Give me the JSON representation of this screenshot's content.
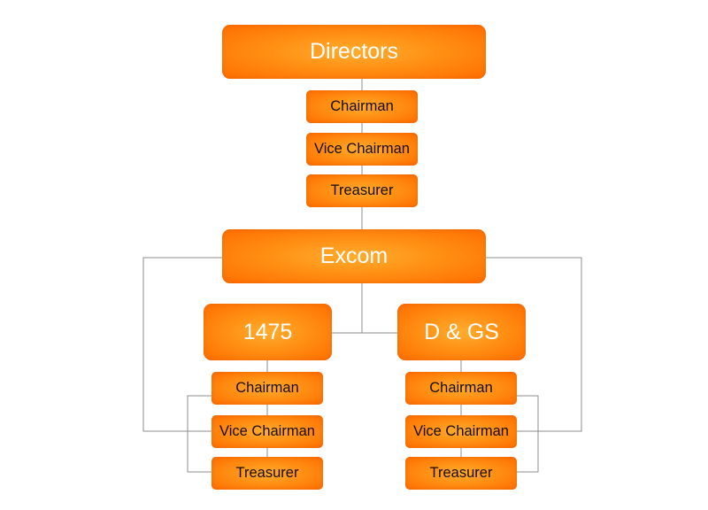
{
  "board": {
    "title": "Directors",
    "officers": [
      "Chairman",
      "Vice Chairman",
      "Treasurer"
    ]
  },
  "committee": {
    "title": "Excom"
  },
  "groups": [
    {
      "title": "1475",
      "officers": [
        "Chairman",
        "Vice Chairman",
        "Treasurer"
      ]
    },
    {
      "title": "D & GS",
      "officers": [
        "Chairman",
        "Vice Chairman",
        "Treasurer"
      ]
    }
  ],
  "colors": {
    "node_light": "#ffad2e",
    "node_mid": "#ff9014",
    "node_dark": "#ff6d00",
    "connector": "#8c8c8c",
    "big_text": "#ffffff",
    "small_text": "#1a0a00"
  }
}
